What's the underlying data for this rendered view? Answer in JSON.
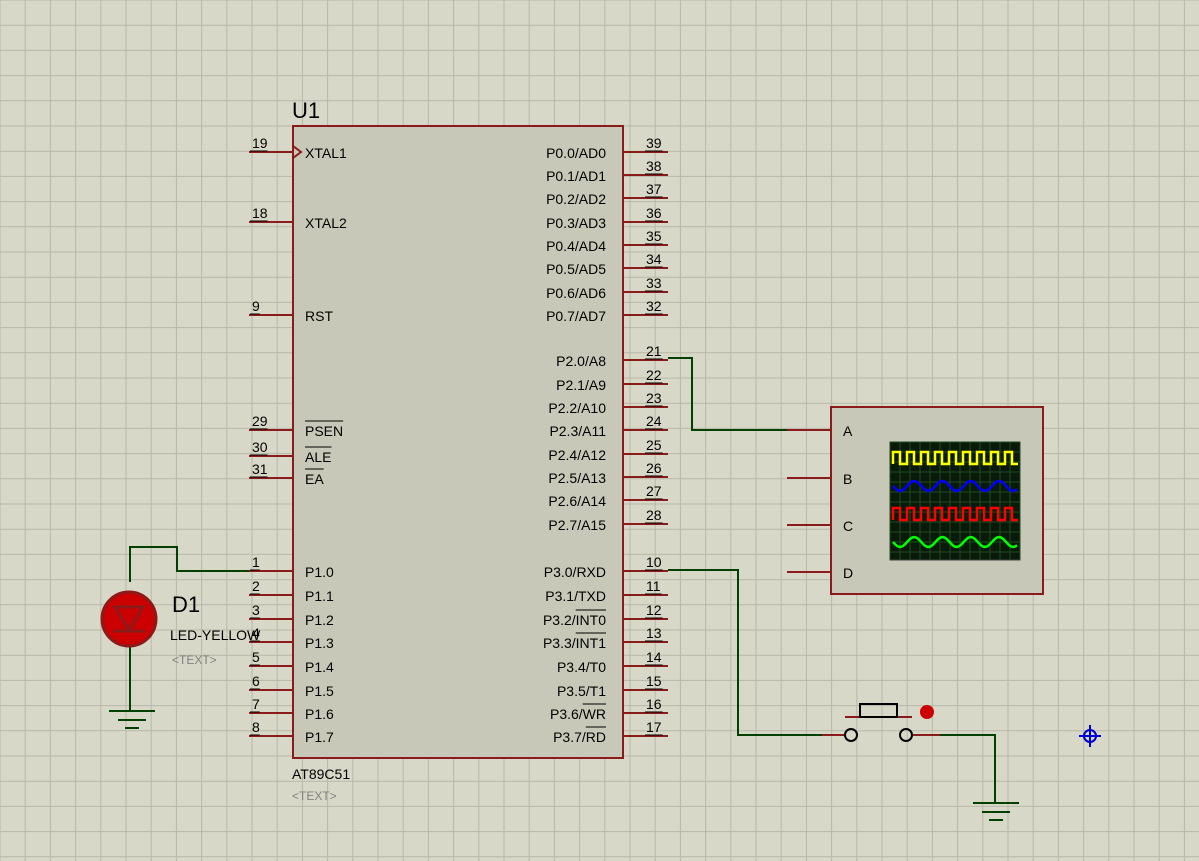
{
  "colors": {
    "background": "#d8d8c8",
    "grid": "#b8b8a8",
    "grid_major": "#a8a898",
    "body_fill": "#c8c8b8",
    "outline": "#8b1a1a",
    "wire": "#004000",
    "text": "#000000",
    "hint": "#808080",
    "led": "#cc0000",
    "cursor": "#0000cc"
  },
  "chip": {
    "ref": "U1",
    "part": "AT89C51",
    "text_placeholder": "<TEXT>",
    "left_pins": [
      {
        "num": "19",
        "name": "XTAL1",
        "clock": true
      },
      {
        "num": "18",
        "name": "XTAL2"
      },
      {
        "num": "9",
        "name": "RST"
      },
      {
        "num": "29",
        "name": "PSEN",
        "overbar": true
      },
      {
        "num": "30",
        "name": "ALE",
        "overbar": true
      },
      {
        "num": "31",
        "name": "EA",
        "overbar": true
      },
      {
        "num": "1",
        "name": "P1.0"
      },
      {
        "num": "2",
        "name": "P1.1"
      },
      {
        "num": "3",
        "name": "P1.2"
      },
      {
        "num": "4",
        "name": "P1.3"
      },
      {
        "num": "5",
        "name": "P1.4"
      },
      {
        "num": "6",
        "name": "P1.5"
      },
      {
        "num": "7",
        "name": "P1.6"
      },
      {
        "num": "8",
        "name": "P1.7"
      }
    ],
    "right_pins": [
      {
        "num": "39",
        "name": "P0.0/AD0"
      },
      {
        "num": "38",
        "name": "P0.1/AD1"
      },
      {
        "num": "37",
        "name": "P0.2/AD2"
      },
      {
        "num": "36",
        "name": "P0.3/AD3"
      },
      {
        "num": "35",
        "name": "P0.4/AD4"
      },
      {
        "num": "34",
        "name": "P0.5/AD5"
      },
      {
        "num": "33",
        "name": "P0.6/AD6"
      },
      {
        "num": "32",
        "name": "P0.7/AD7"
      },
      {
        "num": "21",
        "name": "P2.0/A8"
      },
      {
        "num": "22",
        "name": "P2.1/A9"
      },
      {
        "num": "23",
        "name": "P2.2/A10"
      },
      {
        "num": "24",
        "name": "P2.3/A11"
      },
      {
        "num": "25",
        "name": "P2.4/A12"
      },
      {
        "num": "26",
        "name": "P2.5/A13"
      },
      {
        "num": "27",
        "name": "P2.6/A14"
      },
      {
        "num": "28",
        "name": "P2.7/A15"
      },
      {
        "num": "10",
        "name": "P3.0/RXD"
      },
      {
        "num": "11",
        "name": "P3.1/TXD"
      },
      {
        "num": "12",
        "name": "P3.2/INT0",
        "bar_from": 5
      },
      {
        "num": "13",
        "name": "P3.3/INT1",
        "bar_from": 5
      },
      {
        "num": "14",
        "name": "P3.4/T0"
      },
      {
        "num": "15",
        "name": "P3.5/T1"
      },
      {
        "num": "16",
        "name": "P3.6/WR",
        "bar_from": 5
      },
      {
        "num": "17",
        "name": "P3.7/RD",
        "bar_from": 5
      }
    ]
  },
  "led": {
    "ref": "D1",
    "part": "LED-YELLOW",
    "text_placeholder": "<TEXT>"
  },
  "scope": {
    "channels": [
      "A",
      "B",
      "C",
      "D"
    ],
    "trace_colors": [
      "#ffff00",
      "#0000ff",
      "#ff0000",
      "#00ff00"
    ]
  }
}
